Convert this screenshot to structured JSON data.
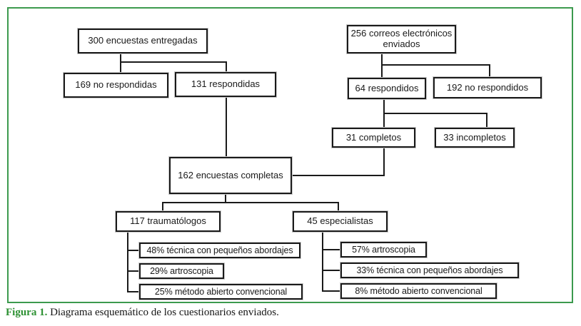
{
  "caption": {
    "label": "Figura 1.",
    "text": "Diagrama esquemático de los cuestionarios enviados."
  },
  "colors": {
    "frame_border": "#3c9a4e",
    "caption_label_green": "#2d9133",
    "box_border": "#1a1a1a",
    "connector": "#1a1a1a",
    "background": "#ffffff"
  },
  "nodes": {
    "surveys_delivered": "300 encuestas entregadas",
    "surveys_not_answered": "169 no respondidas",
    "surveys_answered": "131 respondidas",
    "emails_sent": "256 correos electrónicos enviados",
    "emails_answered": "64 respondidos",
    "emails_not_answered": "192 no respondidos",
    "emails_complete": "31 completos",
    "emails_incomplete": "33 incompletos",
    "total_complete": "162 encuestas completas",
    "traumatologists": "117 traumatólogos",
    "specialists": "45 especialistas",
    "trauma_small_approach": "48% técnica con pequeños abordajes",
    "trauma_arthroscopy": "29% artroscopia",
    "trauma_open": "25% método abierto convencional",
    "spec_arthroscopy": "57% artroscopia",
    "spec_small_approach": "33% técnica con pequeños abordajes",
    "spec_open": "8% método abierto convencional"
  }
}
